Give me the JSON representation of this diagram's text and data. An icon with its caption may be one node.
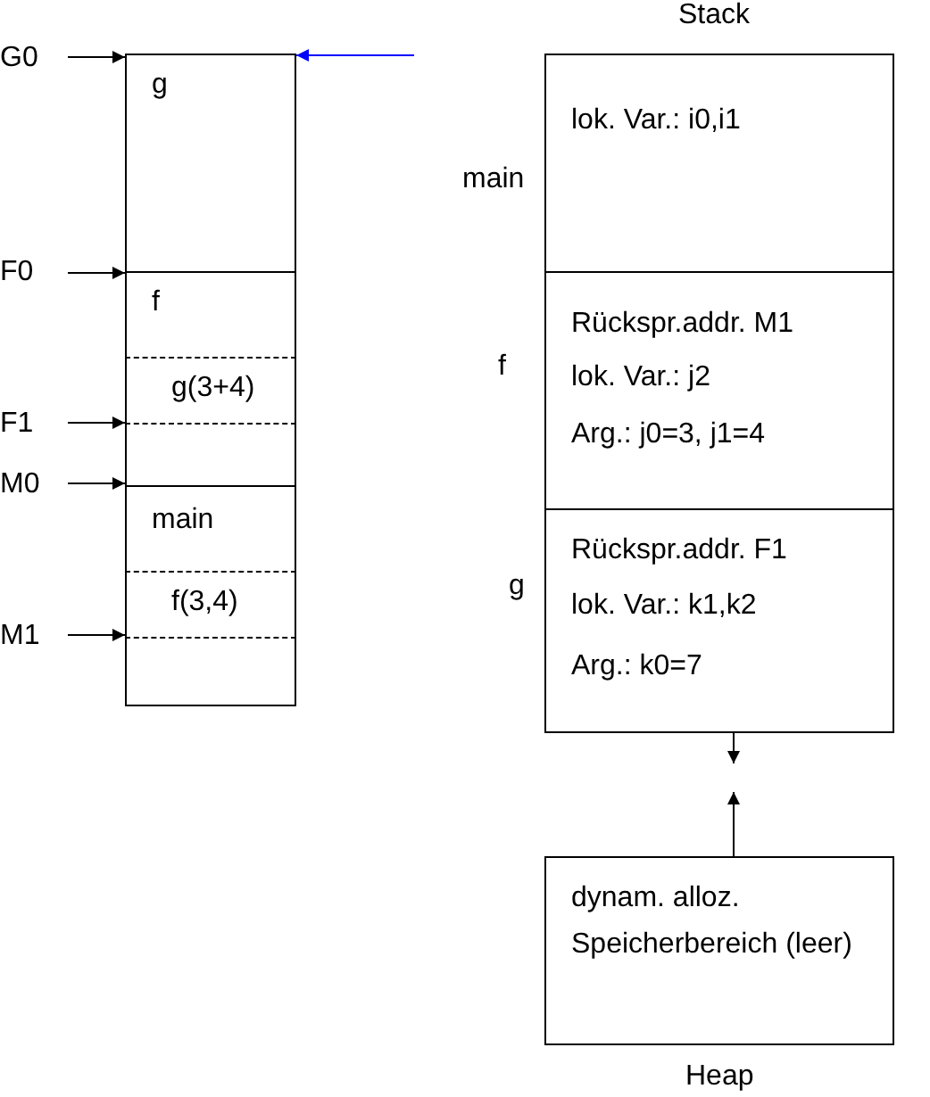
{
  "diagram": {
    "nodes": [
      {
        "text": [
          "g"
        ]
      },
      {
        "text": [
          "f"
        ]
      },
      {
        "text": [
          "g(3+4)"
        ],
        "in": 1
      },
      {
        "text": [
          "main"
        ]
      },
      {
        "text": [
          "f(3,4)"
        ],
        "in": 3
      },
      {
        "text": [
          "G0"
        ]
      },
      {
        "text": [
          "F0"
        ]
      },
      {
        "text": [
          "F1"
        ]
      },
      {
        "text": [
          "M0"
        ]
      },
      {
        "text": [
          "M1"
        ]
      },
      {
        "text": [
          "lok. Var.:  i0,i1"
        ],
        "beside": [
          "main"
        ]
      },
      {
        "text": [
          "Rückspr.addr. M1",
          "lok. Var.:  j2",
          "Arg.:  j0=3, j1=4"
        ],
        "beside": [
          "f"
        ]
      },
      {
        "text": [
          "Rückspr.addr. F1",
          "lok. Var.:  k1,k2",
          "Arg.:  k0=7"
        ],
        "beside": [
          "g"
        ]
      },
      {
        "text": [
          "dynam. alloz. Speicherbereich (leer)"
        ],
        "beside": [
          "Heap"
        ]
      }
    ],
    "edges": [
      {
        "from": 5,
        "to": 0,
        "arrow": "to"
      },
      {
        "from": 6,
        "to": 1,
        "arrow": "to"
      },
      {
        "from": 7,
        "to": 2,
        "arrow": "to"
      },
      {
        "from": 8,
        "to": 3,
        "arrow": "to"
      },
      {
        "from": 9,
        "to": 4,
        "arrow": "to"
      },
      {
        "from": null,
        "to": 0,
        "arrow": "to",
        "color": "#0000ff"
      },
      {
        "from": 12,
        "to": null,
        "arrow": "to"
      },
      {
        "from": 13,
        "to": null,
        "arrow": "to"
      }
    ],
    "labels": [
      "Stack"
    ]
  }
}
